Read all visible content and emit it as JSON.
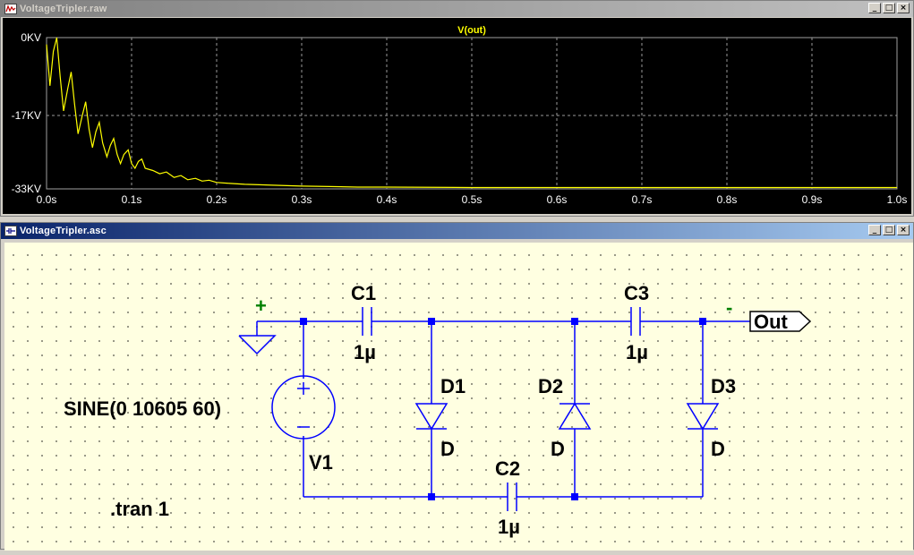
{
  "plot_window": {
    "title": "VoltageTripler.raw",
    "trace_name": "V(out)",
    "trace_color": "#ffff00",
    "background": "#000000",
    "controls": [
      "_",
      "□",
      "×"
    ]
  },
  "chart_data": {
    "type": "line",
    "title": "V(out)",
    "xlabel": "",
    "ylabel": "",
    "xlim": [
      0,
      1.0
    ],
    "ylim": [
      -33,
      0
    ],
    "x_ticks": [
      0,
      0.1,
      0.2,
      0.3,
      0.4,
      0.5,
      0.6,
      0.7,
      0.8,
      0.9,
      1.0
    ],
    "x_tick_labels": [
      "0.0s",
      "0.1s",
      "0.2s",
      "0.3s",
      "0.4s",
      "0.5s",
      "0.6s",
      "0.7s",
      "0.8s",
      "0.9s",
      "1.0s"
    ],
    "y_ticks": [
      0,
      -17,
      -33
    ],
    "y_tick_labels": [
      "0KV",
      "-17KV",
      "-33KV"
    ],
    "grid": true,
    "series": [
      {
        "name": "V(out)",
        "color": "#ffff00",
        "x": [
          0.0,
          0.004,
          0.008,
          0.012,
          0.016,
          0.02,
          0.025,
          0.029,
          0.033,
          0.037,
          0.042,
          0.046,
          0.05,
          0.054,
          0.058,
          0.062,
          0.066,
          0.071,
          0.075,
          0.079,
          0.083,
          0.087,
          0.091,
          0.096,
          0.1,
          0.104,
          0.108,
          0.112,
          0.116,
          0.125,
          0.133,
          0.141,
          0.15,
          0.158,
          0.166,
          0.175,
          0.183,
          0.191,
          0.2,
          0.216,
          0.233,
          0.25,
          0.266,
          0.283,
          0.3,
          0.333,
          0.366,
          0.4,
          0.5,
          0.6,
          0.7,
          0.8,
          0.9,
          1.0
        ],
        "y": [
          -1.5,
          -10.5,
          -3.0,
          0.0,
          -8.5,
          -16.0,
          -11.0,
          -7.5,
          -14.5,
          -21.0,
          -17.0,
          -14.0,
          -20.0,
          -24.0,
          -20.5,
          -18.5,
          -23.0,
          -26.0,
          -23.5,
          -22.0,
          -25.5,
          -27.5,
          -25.5,
          -24.5,
          -27.5,
          -28.5,
          -27.0,
          -26.5,
          -28.5,
          -29.0,
          -29.7,
          -29.3,
          -30.5,
          -30.1,
          -31.0,
          -30.7,
          -31.3,
          -31.1,
          -31.6,
          -31.8,
          -32.0,
          -32.1,
          -32.2,
          -32.3,
          -32.4,
          -32.5,
          -32.6,
          -32.6,
          -32.7,
          -32.7,
          -32.7,
          -32.7,
          -32.7,
          -32.7
        ]
      }
    ]
  },
  "schematic_window": {
    "title": "VoltageTripler.asc",
    "controls": [
      "_",
      "□",
      "×"
    ],
    "wire_color": "#0000ff",
    "component_color": "#0000ff",
    "junction_color": "#0000ff",
    "plus_marker": "+",
    "minus_marker": "-",
    "plus_color": "#008000",
    "minus_color": "#008000",
    "components": {
      "c1": {
        "name": "C1",
        "value": "1µ"
      },
      "c2": {
        "name": "C2",
        "value": "1µ"
      },
      "c3": {
        "name": "C3",
        "value": "1µ"
      },
      "d1": {
        "name": "D1",
        "value": "D"
      },
      "d2": {
        "name": "D2",
        "value": "D"
      },
      "d3": {
        "name": "D3",
        "value": "D"
      },
      "v1": {
        "name": "V1",
        "value": "SINE(0 10605 60)"
      }
    },
    "port_label": "Out",
    "directive": ".tran 1"
  }
}
